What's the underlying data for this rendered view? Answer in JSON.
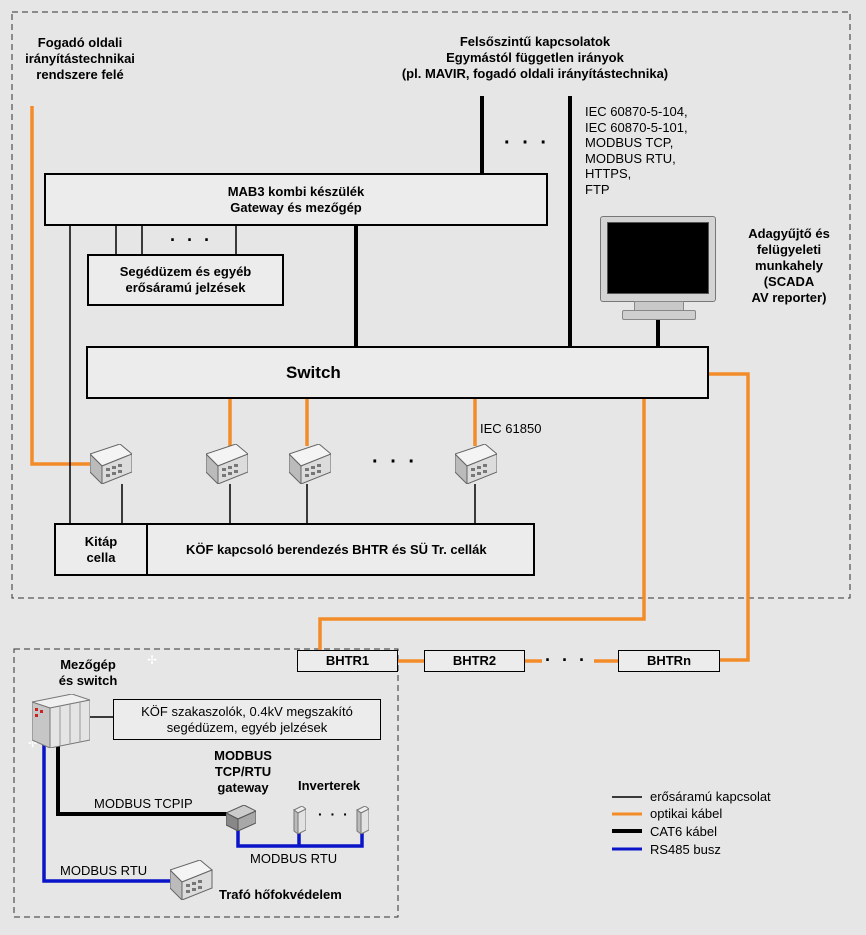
{
  "top_left_note": [
    "Fogadó oldali",
    "irányítástechnikai",
    "rendszere felé"
  ],
  "top_center_note": [
    "Felsőszintű kapcsolatok",
    "Egymástól független irányok",
    "(pl. MAVIR, fogadó oldali irányítástechnika)"
  ],
  "protocols": [
    "IEC 60870-5-104,",
    "IEC 60870-5-101,",
    "MODBUS TCP,",
    "MODBUS RTU,",
    "HTTPS,",
    "FTP"
  ],
  "mab3": [
    "MAB3 kombi készülék",
    "Gateway és mezőgép"
  ],
  "segeduzem": [
    "Segédüzem és egyéb",
    "erősáramú jelzések"
  ],
  "workstation": [
    "Adagyűjtő és",
    "felügyeleti",
    "munkahely",
    "(SCADA",
    "AV reporter)"
  ],
  "switch_label": "Switch",
  "iec61850": "IEC 61850",
  "kitap": [
    "Kitáp",
    "cella"
  ],
  "kof_label": "KÖF kapcsoló berendezés BHTR és SÜ Tr. cellák",
  "bhtr": [
    "BHTR1",
    "BHTR2",
    "BHTRn"
  ],
  "mezogep": [
    "Mezőgép",
    "és switch"
  ],
  "kof_szak": [
    "KÖF szakaszolók, 0.4kV megszakító",
    "segédüzem, egyéb jelzések"
  ],
  "modbus_gw": [
    "MODBUS",
    "TCP/RTU",
    "gateway"
  ],
  "inverterek": "Inverterek",
  "modbus_tcpip": "MODBUS TCPIP",
  "modbus_rtu_bottom": "MODBUS RTU",
  "modbus_rtu_left": "MODBUS RTU",
  "trafo": "Trafó hőfokvédelem",
  "ellipsis": "· · ·",
  "legend": [
    {
      "label": "erősáramú kapcsolat",
      "color": "#000000",
      "width": 1
    },
    {
      "label": "optikai kábel",
      "color": "#f28c28",
      "width": 3
    },
    {
      "label": "CAT6 kábel",
      "color": "#000000",
      "width": 4
    },
    {
      "label": "RS485 busz",
      "color": "#0a14c8",
      "width": 3
    }
  ],
  "colors": {
    "orange": "#f28c28",
    "blue": "#0a14c8"
  }
}
